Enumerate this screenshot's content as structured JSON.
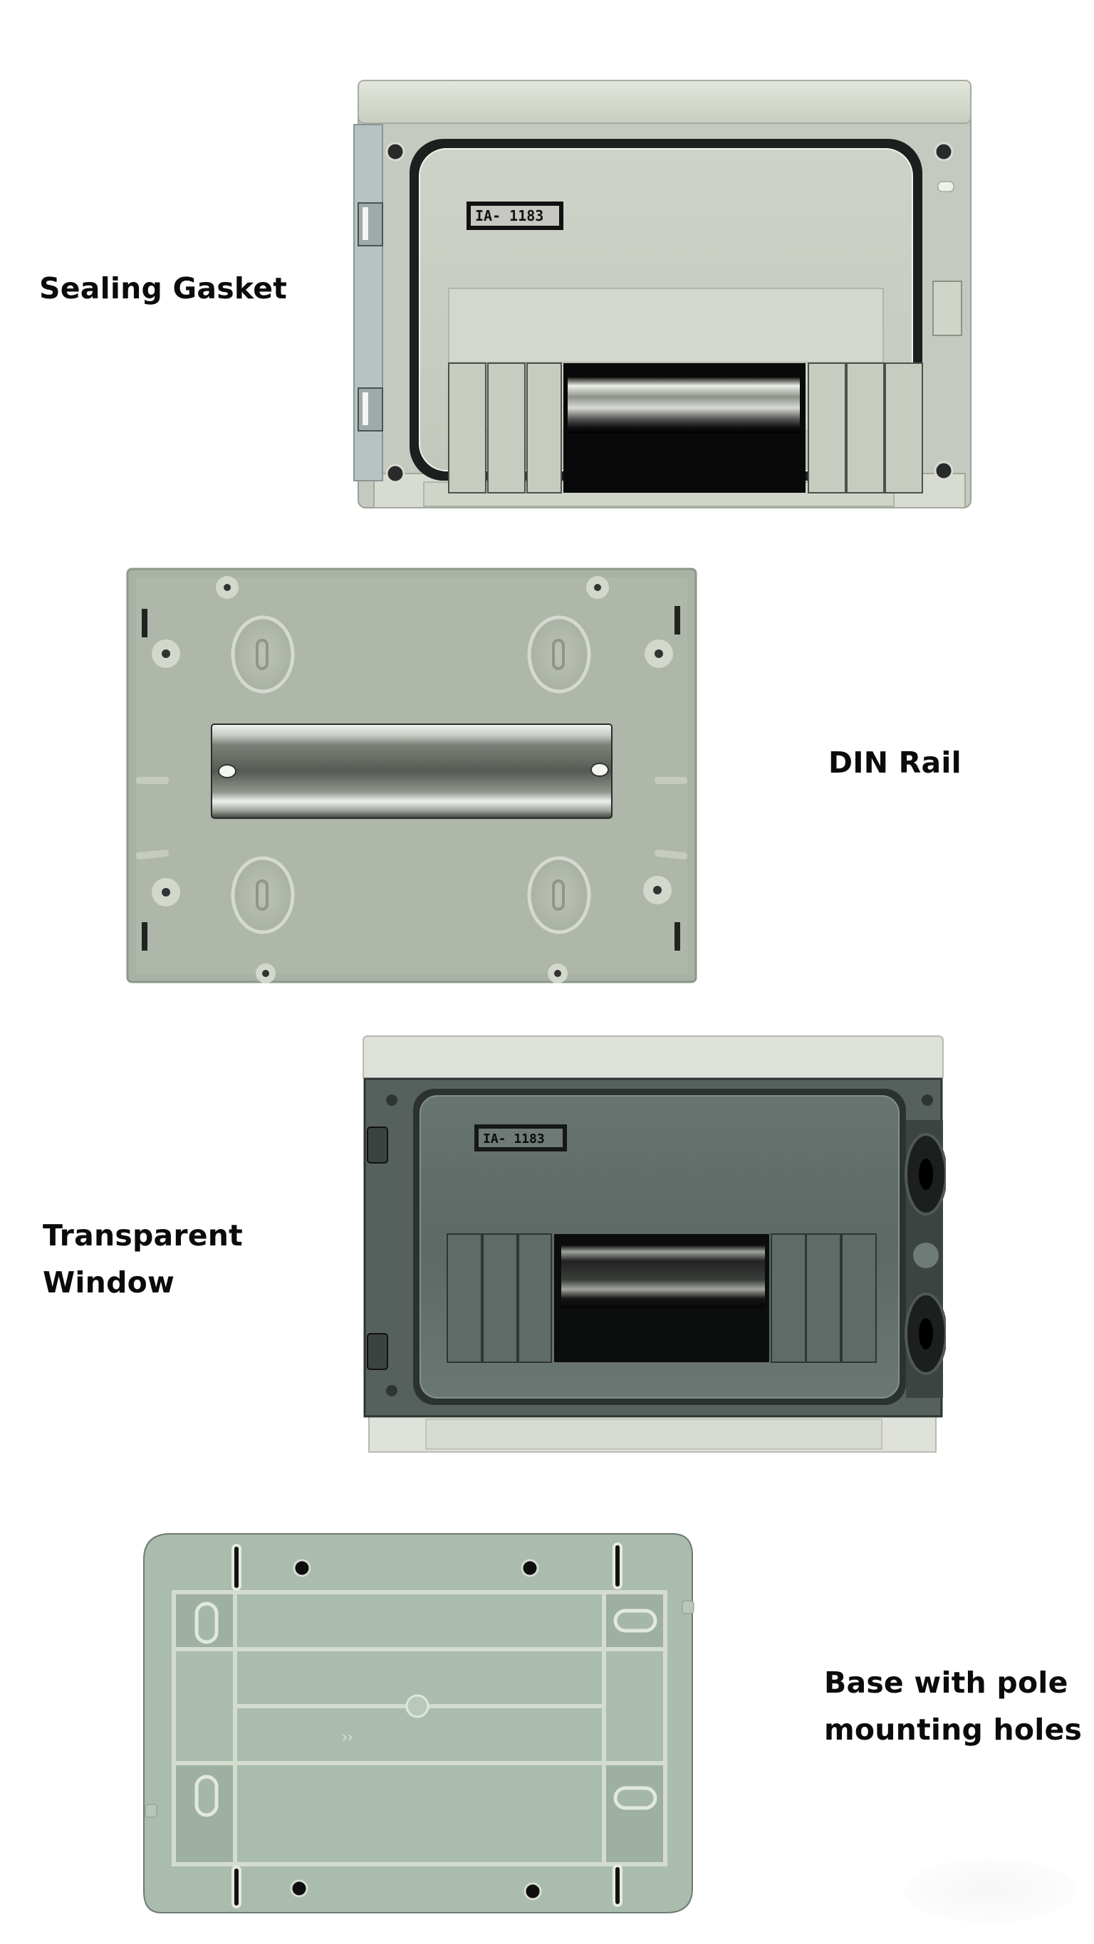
{
  "features": [
    {
      "id": "sealing-gasket",
      "label_lines": [
        "Sealing Gasket"
      ],
      "image": "closed-enclosure-front-with-black-gasket",
      "breaker_label_text": "IA- 1183"
    },
    {
      "id": "din-rail",
      "label_lines": [
        "DIN Rail"
      ],
      "image": "open-enclosure-interior-with-metal-din-rail"
    },
    {
      "id": "transparent-window",
      "label_lines": [
        "Transparent",
        "Window"
      ],
      "image": "enclosure-with-smoked-transparent-door",
      "breaker_label_text": "IA- 1183"
    },
    {
      "id": "base-pole-mounting",
      "label_lines": [
        "Base with pole",
        "mounting holes"
      ],
      "image": "enclosure-rear-base-plate-with-mounting-slots"
    }
  ],
  "colors": {
    "plastic_gray": "#c9cfc3",
    "plastic_light": "#dfe3d9",
    "base_green_gray": "#a9bcae",
    "gasket_black": "#1c1f1e",
    "smoked_window": "#5f6f6a",
    "label_text": "#0b0b0b"
  }
}
